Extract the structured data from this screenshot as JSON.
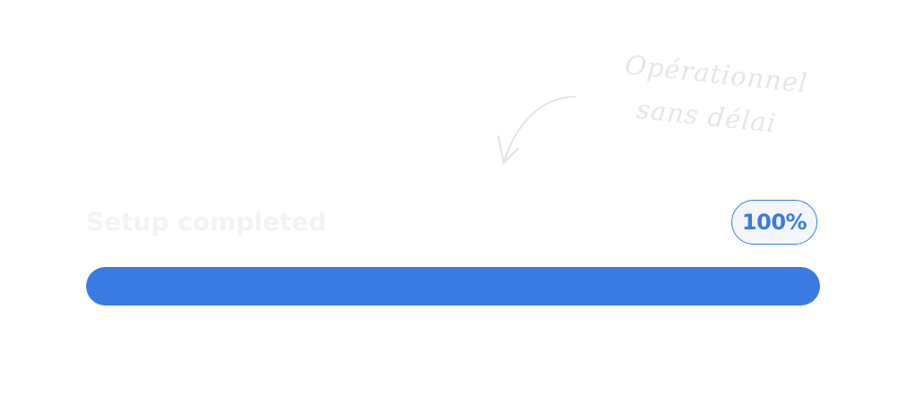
{
  "annotation": {
    "line1": "Opérationnel",
    "line2": "sans délai"
  },
  "progress": {
    "label": "Setup completed",
    "percent_text": "100%",
    "value": 100
  },
  "colors": {
    "accent": "#3a7be3",
    "badge_background": "#f3f6fc",
    "label_text": "#f3f3f3",
    "annotation_text": "#e6e6e6"
  },
  "icons": {
    "arrow": "curved-arrow-icon"
  }
}
